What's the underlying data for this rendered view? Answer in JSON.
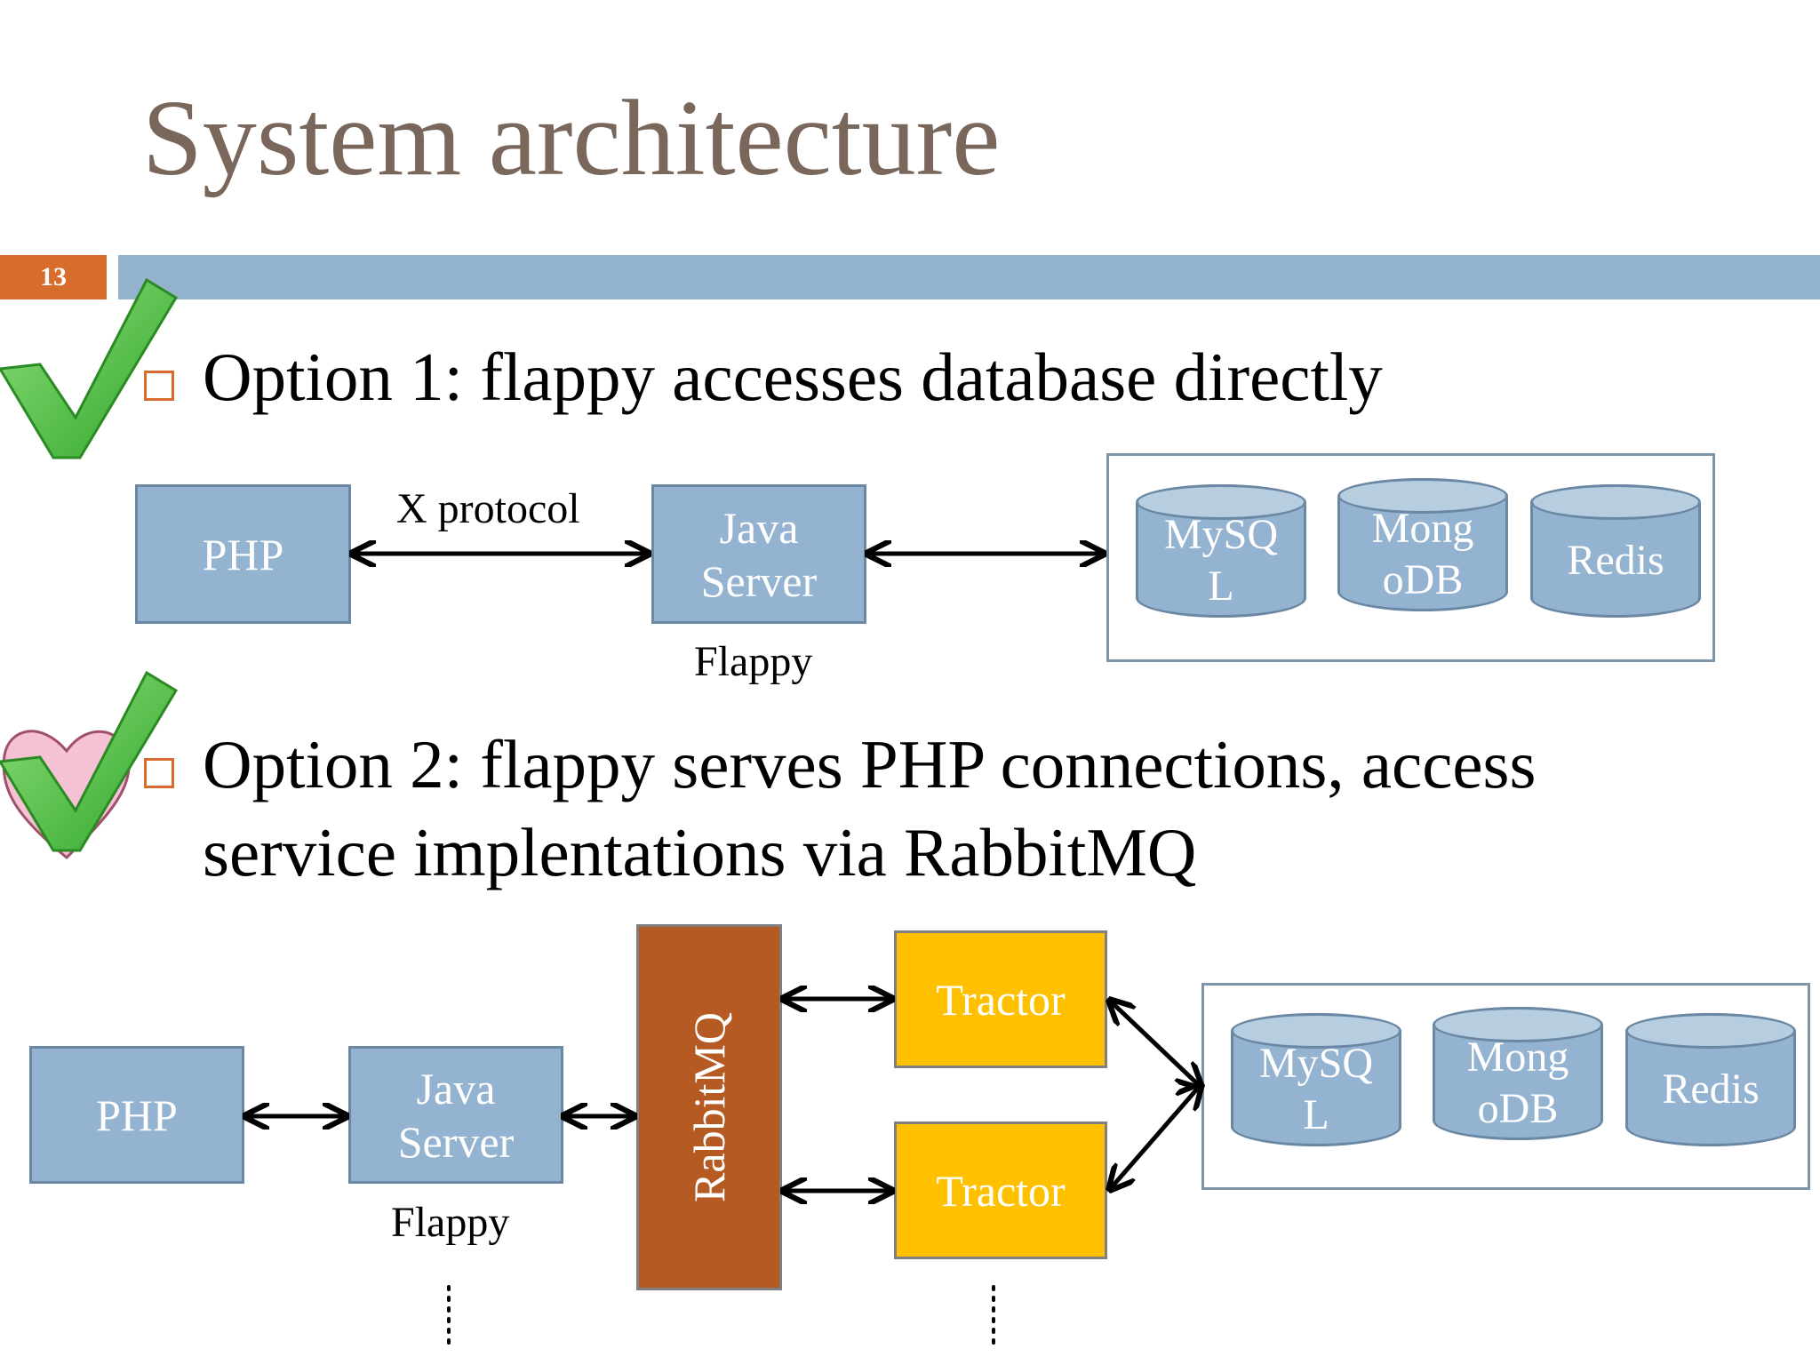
{
  "slide": {
    "title": "System architecture",
    "number": "13"
  },
  "option1": {
    "bullet": "Option 1: flappy accesses database directly",
    "php": "PHP",
    "protocol_label": "X protocol",
    "java_server": "Java\nServer",
    "flappy_label": "Flappy",
    "databases": [
      "MySQ\nL",
      "Mong\noDB",
      "Redis"
    ]
  },
  "option2": {
    "bullet_line1": "Option 2: flappy serves PHP connections, access",
    "bullet_line2": "service implentations via RabbitMQ",
    "php": "PHP",
    "java_server": "Java\nServer",
    "flappy_label": "Flappy",
    "queue": "RabbitMQ",
    "tractors": [
      "Tractor",
      "Tractor"
    ],
    "databases": [
      "MySQ\nL",
      "Mong\noDB",
      "Redis"
    ]
  },
  "colors": {
    "accent_orange": "#d86c2c",
    "band_blue": "#93b3cd",
    "box_blue": "#94b3d0",
    "tractor_yellow": "#ffc000",
    "rabbitmq_rust": "#b65a23",
    "title_brown": "#7a675c"
  },
  "icons": [
    "green-check-icon",
    "green-check-icon",
    "pink-heart-icon"
  ]
}
